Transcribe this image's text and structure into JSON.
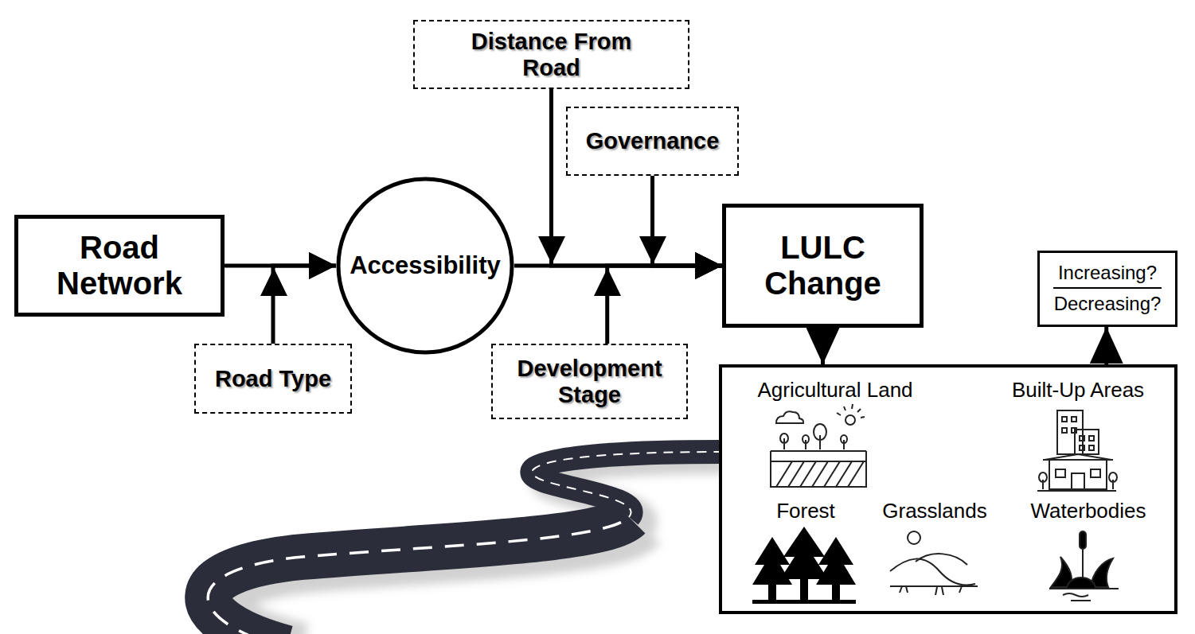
{
  "diagram": {
    "nodes": [
      {
        "text": [
          "Road Network"
        ]
      },
      {
        "text": [
          "Road Type"
        ]
      },
      {
        "text": [
          "Accessibility"
        ]
      },
      {
        "text": [
          "Distance From Road"
        ]
      },
      {
        "text": [
          "Governance"
        ]
      },
      {
        "text": [
          "Development Stage"
        ]
      },
      {
        "text": [
          "LULC Change"
        ]
      },
      {
        "text": [
          "Increasing?",
          "Decreasing?"
        ]
      },
      {
        "text": [
          "Agricultural Land",
          "Built-Up Areas",
          "Forest",
          "Grasslands",
          "Waterbodies"
        ]
      }
    ],
    "edges": [
      {
        "from": 0,
        "to": 2,
        "arrow": "to"
      },
      {
        "from": 1,
        "to": 2,
        "arrow": "to"
      },
      {
        "from": 2,
        "to": 6,
        "arrow": "to"
      },
      {
        "from": 3,
        "to": 6,
        "arrow": "to"
      },
      {
        "from": 4,
        "to": 6,
        "arrow": "to"
      },
      {
        "from": 5,
        "to": 6,
        "arrow": "to"
      },
      {
        "from": 6,
        "to": 8,
        "arrow": "to"
      },
      {
        "from": 8,
        "to": 7,
        "arrow": "to"
      }
    ]
  }
}
